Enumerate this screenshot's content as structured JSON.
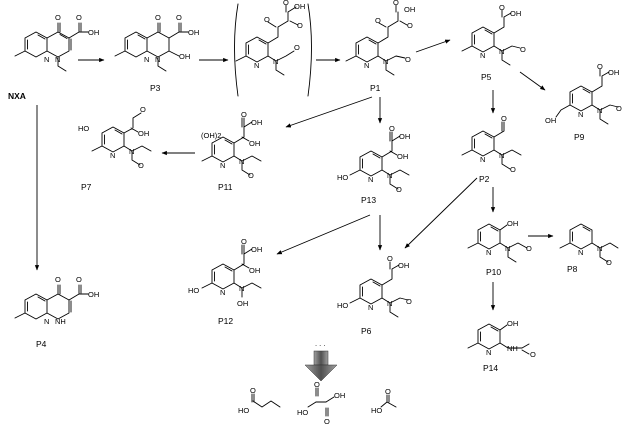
{
  "compounds": [
    {
      "id": "nxa",
      "label": "NXA"
    },
    {
      "id": "p3",
      "label": "P3"
    },
    {
      "id": "p1",
      "label": "P1"
    },
    {
      "id": "p5",
      "label": "P5"
    },
    {
      "id": "p9",
      "label": "P9"
    },
    {
      "id": "p2",
      "label": "P2"
    },
    {
      "id": "p7",
      "label": "P7"
    },
    {
      "id": "p11",
      "label": "P11"
    },
    {
      "id": "p13",
      "label": "P13"
    },
    {
      "id": "p10",
      "label": "P10"
    },
    {
      "id": "p8",
      "label": "P8"
    },
    {
      "id": "p4",
      "label": "P4"
    },
    {
      "id": "p12",
      "label": "P12"
    },
    {
      "id": "p6",
      "label": "P6"
    },
    {
      "id": "p14",
      "label": "P14"
    }
  ],
  "atom_labels": {
    "o": "O",
    "oh": "OH",
    "ho": "HO",
    "cooh": "OH",
    "n": "N",
    "nh": "NH",
    "n_oh": "OH",
    "h": "H",
    "oh2": "(OH)2",
    "ellipsis": ". . ."
  },
  "colors": {
    "line": "#000000",
    "big_arrow_dark": "#505050",
    "big_arrow_light": "#a0a0a0"
  }
}
